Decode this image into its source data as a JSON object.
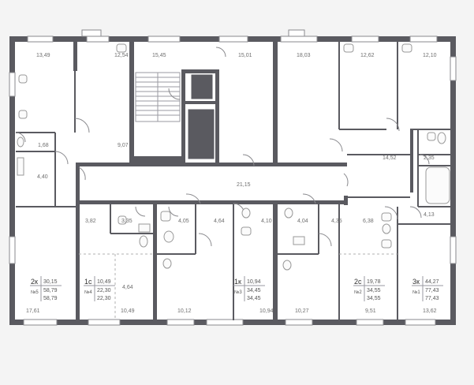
{
  "room_areas": [
    "13,49",
    "12,54",
    "15,45",
    "15,01",
    "18,03",
    "12,62",
    "12,10",
    "9,07",
    "1,68",
    "4,40",
    "21,15",
    "14,52",
    "2,35",
    "4,13",
    "3,82",
    "3,35",
    "4,05",
    "4,64",
    "4,10",
    "4,04",
    "4,35",
    "6,38",
    "4,64",
    "17,61",
    "10,49",
    "10,12",
    "10,94",
    "10,27",
    "9,51",
    "13,62"
  ],
  "apartments": [
    {
      "rooms": "2к",
      "number": "№5",
      "living": "30,15",
      "total": "58,79",
      "total_b": "58,79"
    },
    {
      "rooms": "1с",
      "number": "№4",
      "living": "10,49",
      "total": "22,30",
      "total_b": "22,30"
    },
    {
      "rooms": "1к",
      "number": "№3",
      "living": "10,94",
      "total": "34,45",
      "total_b": "34,45"
    },
    {
      "rooms": "2с",
      "number": "№2",
      "living": "19,78",
      "total": "34,55",
      "total_b": "34,55"
    },
    {
      "rooms": "3к",
      "number": "№1",
      "living": "44,27",
      "total": "77,43",
      "total_b": "77,43"
    }
  ]
}
